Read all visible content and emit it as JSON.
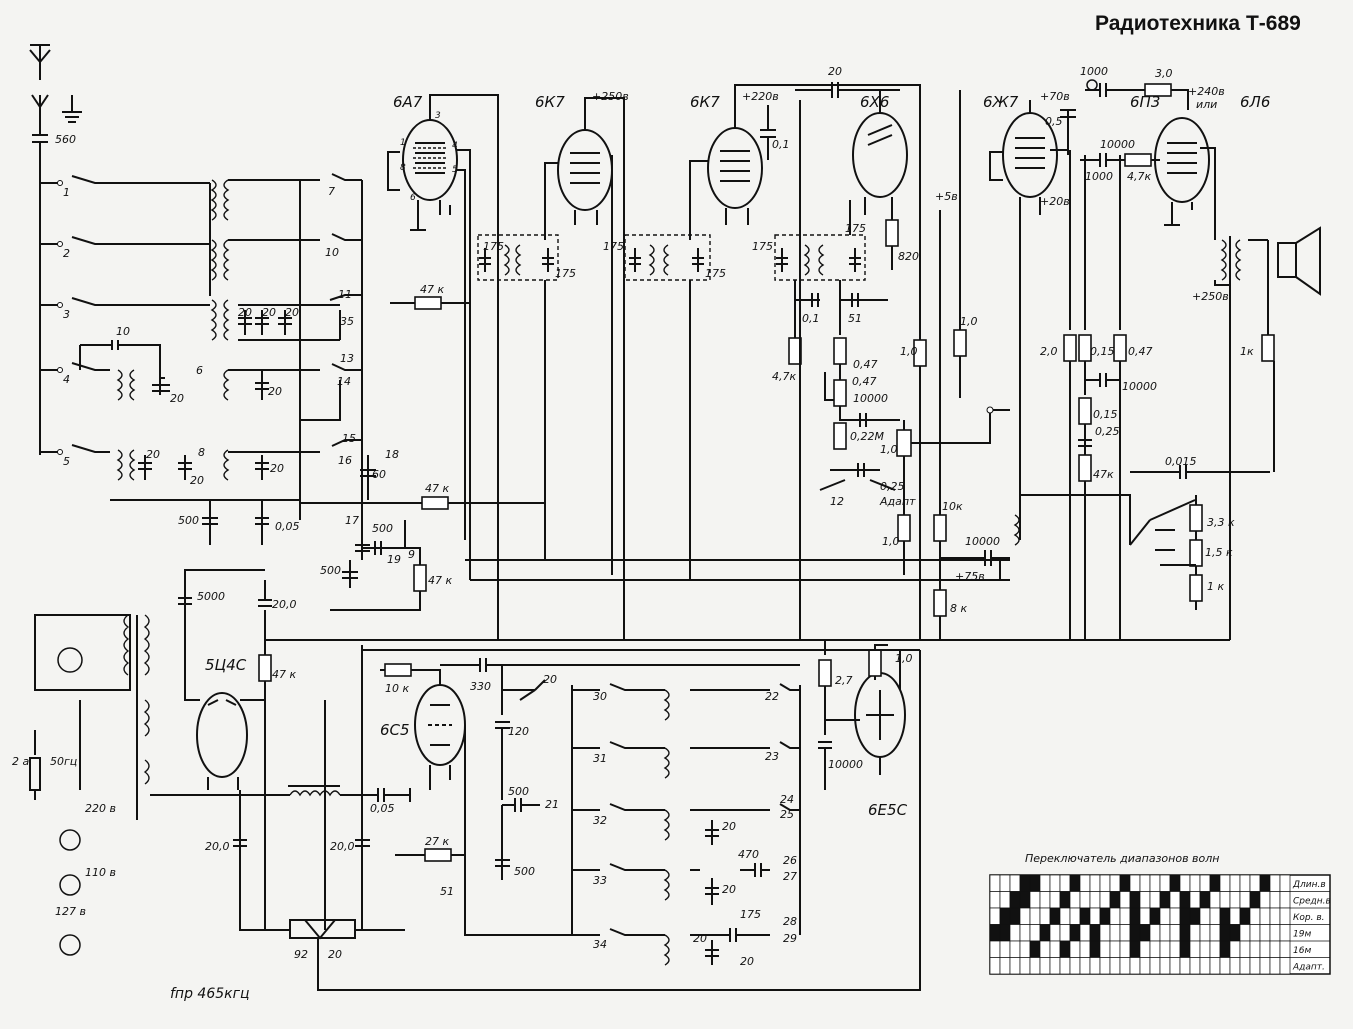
{
  "title": "Радиотехника Т-689",
  "tubes": [
    {
      "id": "t6A7",
      "label": "6А7"
    },
    {
      "id": "t6K7a",
      "label": "6К7"
    },
    {
      "id": "t6K7b",
      "label": "6К7"
    },
    {
      "id": "t6X6",
      "label": "6Х6"
    },
    {
      "id": "t6Zh7",
      "label": "6Ж7"
    },
    {
      "id": "t6P3",
      "label": "6П3"
    },
    {
      "id": "t6L6",
      "label": "6Л6"
    },
    {
      "id": "t5C4C",
      "label": "5Ц4С"
    },
    {
      "id": "t6C5",
      "label": "6С5"
    },
    {
      "id": "t6E5C",
      "label": "6Е5С"
    }
  ],
  "voltages": {
    "v250_6k7": "+250в",
    "v220_6k7": "+220в",
    "v70": "+70в",
    "v240": "+240в",
    "ili": "или",
    "v5": "+5в",
    "v20": "+20в",
    "v250_out": "+250в",
    "v75": "+75в",
    "mains_220": "220 в",
    "mains_110": "110 в",
    "mains_127": "127 в",
    "hz50": "50гц",
    "fuse": "2 а"
  },
  "components": {
    "c560": "560",
    "c10": "10",
    "c20a": "20",
    "c20b": "20",
    "c20c": "20",
    "c20d": "20",
    "c20e": "20",
    "c20f": "20",
    "c20g": "20",
    "c20h": "20",
    "c500a": "500",
    "c005": "0,05",
    "c60": "60",
    "c500b": "500",
    "c500c": "500",
    "r47k_a": "47 к",
    "r47k_b": "47 к",
    "r47k_c": "47 к",
    "c51a": "51",
    "c175a": "175",
    "c175b": "175",
    "c175c": "175",
    "c175d": "175",
    "c175e": "175",
    "c175f": "175",
    "c01": "0,1",
    "c20top": "20",
    "c01b": "0,1",
    "c51b": "51",
    "r47k_d": "4,7к",
    "r820": "820",
    "c047a": "0,47",
    "c047b": "0,47",
    "c10000a": "10000",
    "r022M": "0,22М",
    "r10a": "1,0",
    "c025": "0,25",
    "r10b": "1,0",
    "r10c": "1,0",
    "r10d": "1,0",
    "r10k": "10к",
    "c10000b": "10000",
    "r8k": "8 к",
    "adapt": "Адапт",
    "c05": "0,5",
    "r20": "2,0",
    "r015a": "0,15",
    "r047": "0,47",
    "c10000c": "10000",
    "r015b": "0,15",
    "c025b": "0,25",
    "r47k_e": "47к",
    "c0015": "0,015",
    "r1k": "1к",
    "r33k": "3,3 к",
    "r15k": "1,5 к",
    "r1k_b": "1 к",
    "c1000a": "1000",
    "r30": "3,0",
    "c10000d": "10000",
    "c1000b": "1000",
    "r47k_f": "4,7к",
    "c5000": "5000",
    "c200a": "20,0",
    "r47k_g": "47 к",
    "c200b": "20,0",
    "c200c": "20,0",
    "c005b": "0,05",
    "r10k_b": "10 к",
    "c330": "330",
    "c120": "120",
    "c500d": "500",
    "c500e": "500",
    "r27k": "27 к",
    "c51c": "51",
    "r27": "2,7",
    "c10000e": "10000",
    "r10e": "1,0",
    "c20i": "20",
    "c470": "470",
    "c20j": "20",
    "c175g": "175",
    "c20k": "20",
    "c20l": "20",
    "c92": "92",
    "c20m": "20"
  },
  "switch_numbers": [
    "1",
    "2",
    "3",
    "4",
    "5",
    "6",
    "7",
    "8",
    "9",
    "10",
    "11",
    "12",
    "13",
    "14",
    "15",
    "16",
    "17",
    "18",
    "19",
    "20",
    "21",
    "22",
    "23",
    "24",
    "25",
    "26",
    "27",
    "28",
    "29",
    "30",
    "31",
    "32",
    "33",
    "34",
    "35"
  ],
  "footnote": "fпр  465кгц",
  "band_table": {
    "caption": "Переключатель диапазонов волн",
    "rows": [
      "Длин.в",
      "Средн.в",
      "Кор. в.",
      "19м",
      "16м",
      "Адапт."
    ],
    "cols": 30,
    "pattern": [
      [
        0,
        0,
        0,
        1,
        1,
        0,
        0,
        0,
        1,
        0,
        0,
        0,
        0,
        1,
        0,
        0,
        0,
        0,
        1,
        0,
        0,
        0,
        1,
        0,
        0,
        0,
        0,
        1,
        0,
        0
      ],
      [
        0,
        0,
        1,
        1,
        0,
        0,
        0,
        1,
        0,
        0,
        0,
        0,
        1,
        0,
        1,
        0,
        0,
        1,
        0,
        1,
        0,
        1,
        0,
        0,
        0,
        0,
        1,
        0,
        0,
        0
      ],
      [
        0,
        1,
        1,
        0,
        0,
        0,
        1,
        0,
        0,
        1,
        0,
        1,
        0,
        0,
        1,
        0,
        1,
        0,
        0,
        1,
        1,
        0,
        0,
        1,
        0,
        1,
        0,
        0,
        0,
        0
      ],
      [
        1,
        1,
        0,
        0,
        0,
        1,
        0,
        0,
        1,
        0,
        1,
        0,
        0,
        0,
        1,
        1,
        0,
        0,
        0,
        1,
        0,
        0,
        0,
        1,
        1,
        0,
        0,
        0,
        0,
        0
      ],
      [
        0,
        0,
        0,
        0,
        1,
        0,
        0,
        1,
        0,
        0,
        1,
        0,
        0,
        0,
        1,
        0,
        0,
        0,
        0,
        1,
        0,
        0,
        0,
        1,
        0,
        0,
        0,
        0,
        0,
        0
      ],
      [
        0,
        0,
        0,
        0,
        0,
        0,
        0,
        0,
        0,
        0,
        0,
        0,
        0,
        0,
        0,
        0,
        0,
        0,
        0,
        0,
        0,
        0,
        0,
        0,
        0,
        0,
        0,
        0,
        0,
        0
      ]
    ]
  }
}
